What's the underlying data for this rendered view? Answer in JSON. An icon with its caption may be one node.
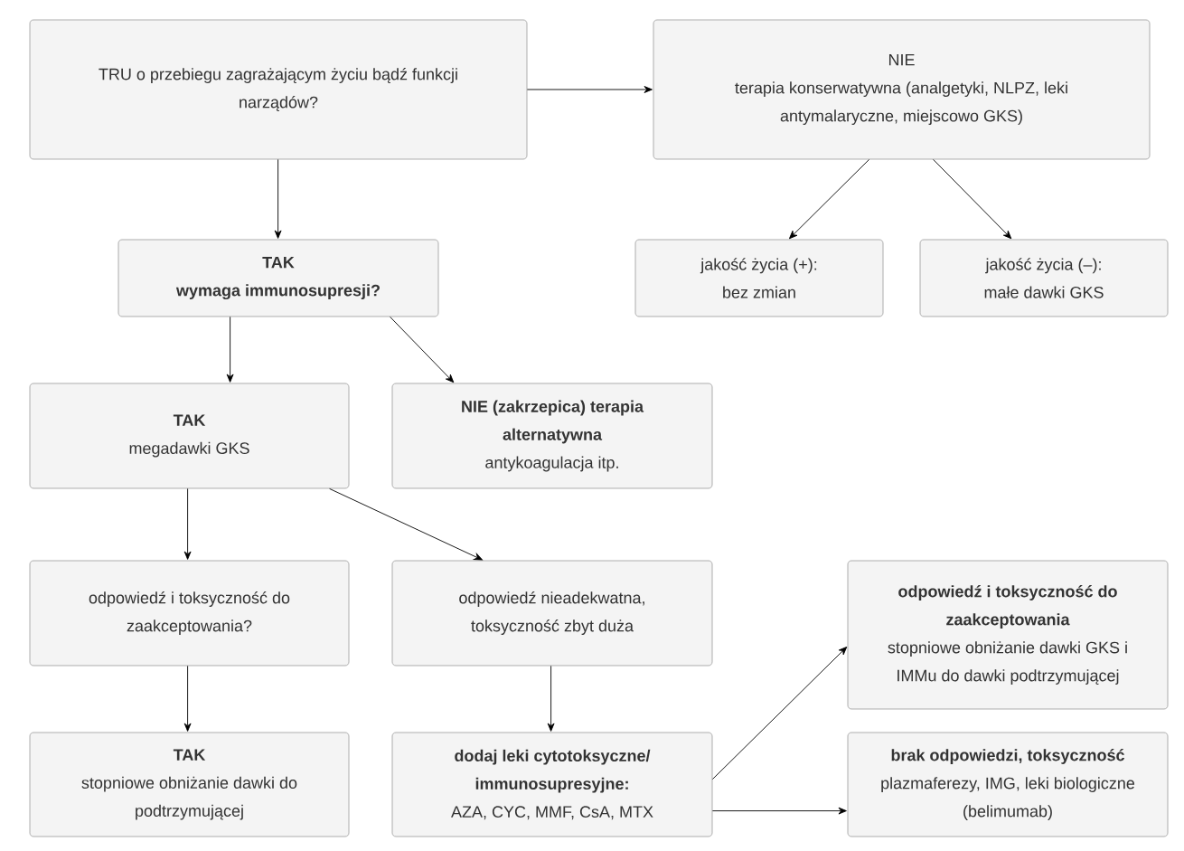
{
  "diagram": {
    "nodes": [
      {
        "text": [
          "TRU o przebiegu zagrażającym życiu bądź funkcji narządów?"
        ]
      },
      {
        "text": [
          "NIE",
          "terapia konserwatywna (analgetyki, NLPZ, leki antymalaryczne, miejscowo GKS)"
        ]
      },
      {
        "text": [
          "TAK",
          "wymaga immunosupresji?"
        ]
      },
      {
        "text": [
          "jakość życia (+): bez zmian"
        ]
      },
      {
        "text": [
          "jakość życia (–): małe dawki GKS"
        ]
      },
      {
        "text": [
          "TAK",
          "megadawki GKS"
        ]
      },
      {
        "text": [
          "NIE (zakrzepica) terapia alternatywna",
          "antykoagulacja itp."
        ]
      },
      {
        "text": [
          "odpowiedź i toksyczność do zaakceptowania?"
        ]
      },
      {
        "text": [
          "odpowiedź nieadekwatna, toksyczność zbyt duża"
        ]
      },
      {
        "text": [
          "odpowiedź i toksyczność do zaakceptowania",
          "stopniowe obniżanie dawki GKS i IMMu do dawki podtrzymującej"
        ]
      },
      {
        "text": [
          "TAK",
          "stopniowe obniżanie dawki do podtrzymującej"
        ]
      },
      {
        "text": [
          "dodaj leki cytotoksyczne/ immunosupresyjne:",
          "AZA, CYC, MMF, CsA, MTX"
        ]
      },
      {
        "text": [
          "brak odpowiedzi, toksyczność",
          "plazmaferezy, IMG, leki biologiczne (belimumab)"
        ]
      }
    ],
    "edges": [
      {
        "from": 0,
        "to": 1,
        "arrow": "to"
      },
      {
        "from": 0,
        "to": 2,
        "arrow": "to"
      },
      {
        "from": 1,
        "to": 3,
        "arrow": "to"
      },
      {
        "from": 1,
        "to": 4,
        "arrow": "to"
      },
      {
        "from": 2,
        "to": 5,
        "arrow": "to"
      },
      {
        "from": 2,
        "to": 6,
        "arrow": "to"
      },
      {
        "from": 5,
        "to": 7,
        "arrow": "to"
      },
      {
        "from": 5,
        "to": 8,
        "arrow": "to"
      },
      {
        "from": 7,
        "to": 10,
        "arrow": "to"
      },
      {
        "from": 8,
        "to": 11,
        "arrow": "to"
      },
      {
        "from": 11,
        "to": 9,
        "arrow": "to"
      },
      {
        "from": 11,
        "to": 12,
        "arrow": "to"
      }
    ]
  }
}
